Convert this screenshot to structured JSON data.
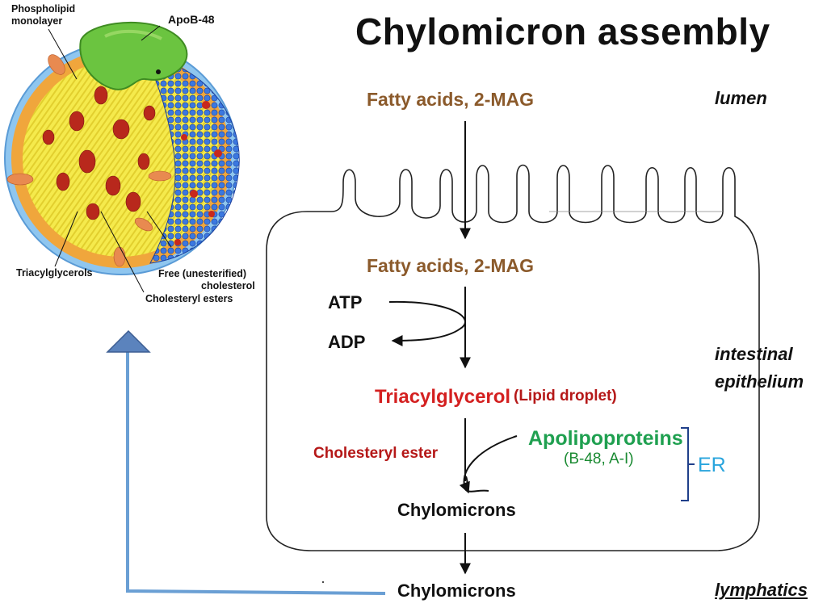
{
  "title": "Chylomicron assembly",
  "regions": {
    "lumen": "lumen",
    "intestinal": "intestinal",
    "epithelium": "epithelium",
    "lymphatics": "lymphatics"
  },
  "flow": {
    "fatty_acids_lumen": "Fatty acids, 2-MAG",
    "fatty_acids_cell": "Fatty acids, 2-MAG",
    "atp": "ATP",
    "adp": "ADP",
    "triacylglycerol": "Triacylglycerol",
    "lipid_droplet": "(Lipid droplet)",
    "cholesteryl_ester": "Cholesteryl ester",
    "apolipoproteins": "Apolipoproteins",
    "apolipoprotein_types": "(B-48, A-I)",
    "er": "ER",
    "chylomicrons_cell": "Chylomicrons",
    "chylomicrons_lymph": "Chylomicrons"
  },
  "particle": {
    "phospholipid_line1": "Phospholipid",
    "phospholipid_line2": "monolayer",
    "apob48": "ApoB-48",
    "triacylglycerols": "Triacylglycerols",
    "free_cholesterol_line1": "Free (unesterified)",
    "free_cholesterol_line2": "cholesterol",
    "cholesteryl_esters": "Cholesteryl esters"
  },
  "colors": {
    "brown": "#8b5a2b",
    "red": "#d42020",
    "green": "#1fa050",
    "er_blue": "#2aa5dd",
    "return_arrow": "#6a9fd4",
    "shell_blue": "#1f5fcf",
    "core_yellow": "#f2e84a"
  }
}
